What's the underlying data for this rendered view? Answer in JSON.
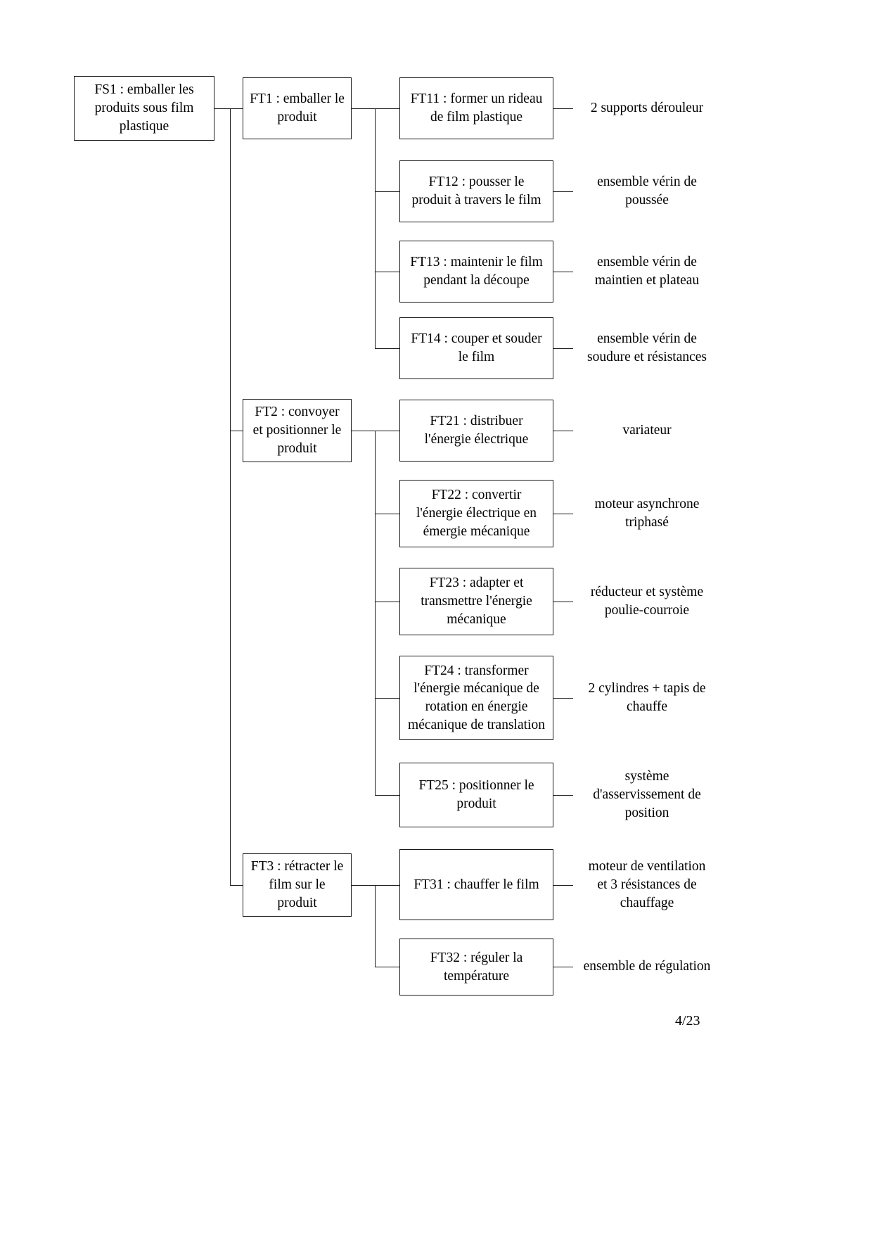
{
  "document": {
    "page_number": "4/23",
    "type": "FAST functional decomposition diagram",
    "language": "fr"
  },
  "root": {
    "id": "FS1",
    "label": "FS1 : emballer les\nproduits sous film\nplastique"
  },
  "level1": [
    {
      "id": "FT1",
      "label": "FT1 : emballer le\nproduit"
    },
    {
      "id": "FT2",
      "label": "FT2 : convoyer\net positionner le\nproduit"
    },
    {
      "id": "FT3",
      "label": "FT3 : rétracter le\nfilm sur le\nproduit"
    }
  ],
  "level2": [
    {
      "id": "FT11",
      "parent": "FT1",
      "label": "FT11 : former un rideau\nde film plastique",
      "solution": "2 supports dérouleur"
    },
    {
      "id": "FT12",
      "parent": "FT1",
      "label": "FT12 : pousser le\nproduit à travers le film",
      "solution": "ensemble vérin de\npoussée"
    },
    {
      "id": "FT13",
      "parent": "FT1",
      "label": "FT13 : maintenir le film\npendant  la découpe",
      "solution": "ensemble vérin de\nmaintien et plateau"
    },
    {
      "id": "FT14",
      "parent": "FT1",
      "label": "FT14 : couper et souder\nle film",
      "solution": "ensemble vérin de\nsoudure et résistances"
    },
    {
      "id": "FT21",
      "parent": "FT2",
      "label": "FT21 : distribuer\nl'énergie électrique",
      "solution": "variateur"
    },
    {
      "id": "FT22",
      "parent": "FT2",
      "label": "FT22 : convertir\nl'énergie électrique en\némergie mécanique",
      "solution": "moteur asynchrone\ntriphasé"
    },
    {
      "id": "FT23",
      "parent": "FT2",
      "label": "FT23 : adapter et\ntransmettre l'énergie\nmécanique",
      "solution": "réducteur et système\npoulie-courroie"
    },
    {
      "id": "FT24",
      "parent": "FT2",
      "label": "FT24 : transformer\nl'énergie mécanique de\nrotation en énergie\nmécanique de translation",
      "solution": "2 cylindres + tapis de\nchauffe"
    },
    {
      "id": "FT25",
      "parent": "FT2",
      "label": "FT25 : positionner le\nproduit",
      "solution": "système\nd'asservissement de\nposition"
    },
    {
      "id": "FT31",
      "parent": "FT3",
      "label": "FT31 : chauffer le film",
      "solution": "moteur de ventilation\net 3 résistances de\nchauffage"
    },
    {
      "id": "FT32",
      "parent": "FT3",
      "label": "FT32 : réguler la\ntempérature",
      "solution": "ensemble de régulation"
    }
  ],
  "style": {
    "line_color": "#1a1a1a",
    "background": "#ffffff",
    "text_color": "#000000"
  }
}
